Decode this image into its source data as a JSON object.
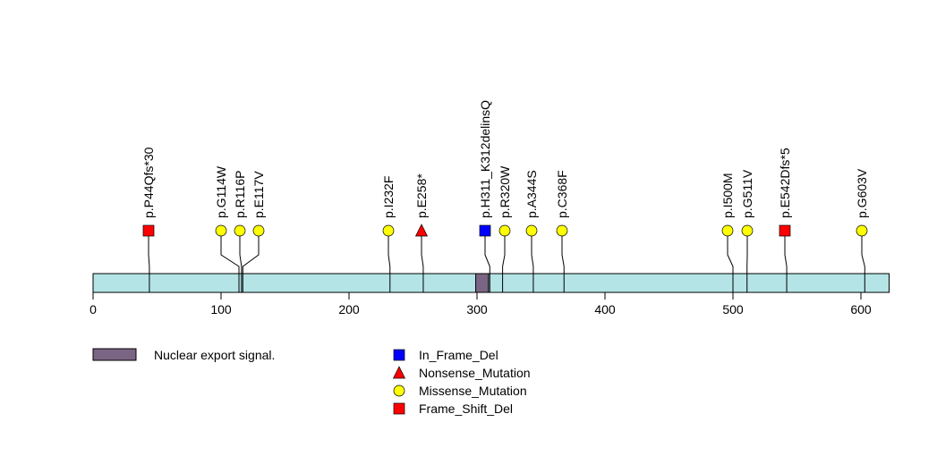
{
  "chart_data": {
    "type": "lollipop",
    "protein_length": 622,
    "xlim": [
      0,
      622
    ],
    "x_ticks": [
      0,
      100,
      200,
      300,
      400,
      500,
      600
    ],
    "domains": [
      {
        "name": "Nuclear export signal.",
        "start": 299,
        "end": 309,
        "color": "#7b6584"
      }
    ],
    "backbone_color": "#b4e4e6",
    "mutations": [
      {
        "label": "p.P44Qfs*30",
        "position": 44,
        "type": "Frame_Shift_Del"
      },
      {
        "label": "p.G114W",
        "position": 114,
        "type": "Missense_Mutation"
      },
      {
        "label": "p.R116P",
        "position": 116,
        "type": "Missense_Mutation"
      },
      {
        "label": "p.E117V",
        "position": 117,
        "type": "Missense_Mutation"
      },
      {
        "label": "p.I232F",
        "position": 232,
        "type": "Missense_Mutation"
      },
      {
        "label": "p.E258*",
        "position": 258,
        "type": "Nonsense_Mutation"
      },
      {
        "label": "p.H311_K312delinsQ",
        "position": 310,
        "type": "In_Frame_Del"
      },
      {
        "label": "p.R320W",
        "position": 320,
        "type": "Missense_Mutation"
      },
      {
        "label": "p.A344S",
        "position": 344,
        "type": "Missense_Mutation"
      },
      {
        "label": "p.C368F",
        "position": 368,
        "type": "Missense_Mutation"
      },
      {
        "label": "p.I500M",
        "position": 500,
        "type": "Missense_Mutation"
      },
      {
        "label": "p.G511V",
        "position": 511,
        "type": "Missense_Mutation"
      },
      {
        "label": "p.E542Dfs*5",
        "position": 542,
        "type": "Frame_Shift_Del"
      },
      {
        "label": "p.G603V",
        "position": 603,
        "type": "Missense_Mutation"
      }
    ],
    "legend": {
      "domains": [
        {
          "label": "Nuclear export signal.",
          "color": "#7b6584"
        }
      ],
      "mutation_types": [
        {
          "label": "In_Frame_Del",
          "shape": "square",
          "color": "#0000ff"
        },
        {
          "label": "Nonsense_Mutation",
          "shape": "triangle",
          "color": "#ff0000"
        },
        {
          "label": "Missense_Mutation",
          "shape": "circle",
          "color": "#ffff00"
        },
        {
          "label": "Frame_Shift_Del",
          "shape": "square",
          "color": "#ff0000"
        }
      ]
    }
  }
}
